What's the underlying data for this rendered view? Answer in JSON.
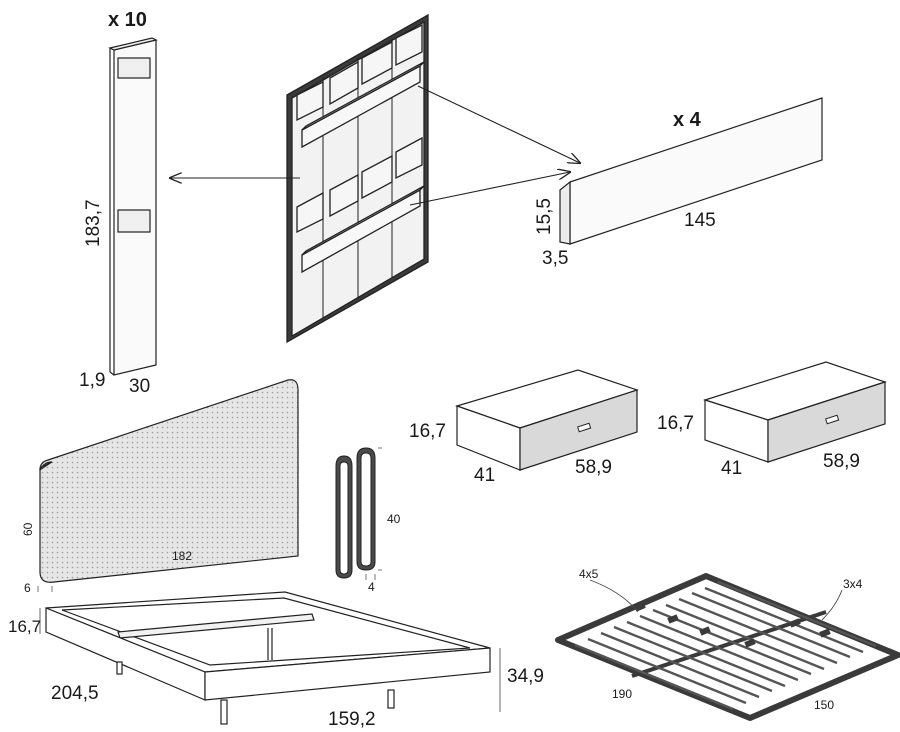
{
  "panel_strip": {
    "count": "x 10",
    "height": "183,7",
    "thickness": "1,9",
    "width": "30"
  },
  "shelf": {
    "count": "x 4",
    "height": "15,5",
    "length": "145",
    "depth": "3,5"
  },
  "headboard": {
    "height": "60",
    "width": "182",
    "depth": "6"
  },
  "bracket": {
    "height": "40",
    "width": "4"
  },
  "nightstand_left": {
    "height": "16,7",
    "depth": "41",
    "width": "58,9"
  },
  "nightstand_right": {
    "height": "16,7",
    "depth": "41",
    "width": "58,9"
  },
  "bed_frame": {
    "height": "16,7",
    "length": "204,5",
    "width": "159,2",
    "total_height": "34,9"
  },
  "slatted_base": {
    "left_spec": "4x5",
    "right_spec": "3x4",
    "length": "190",
    "width": "150"
  },
  "colors": {
    "line": "#222222",
    "panel_fill": "#f4f4f4",
    "drawer_fill": "#d6d6d6",
    "fabric_fill": "#e2e2e2",
    "dark": "#3a3a3a"
  }
}
